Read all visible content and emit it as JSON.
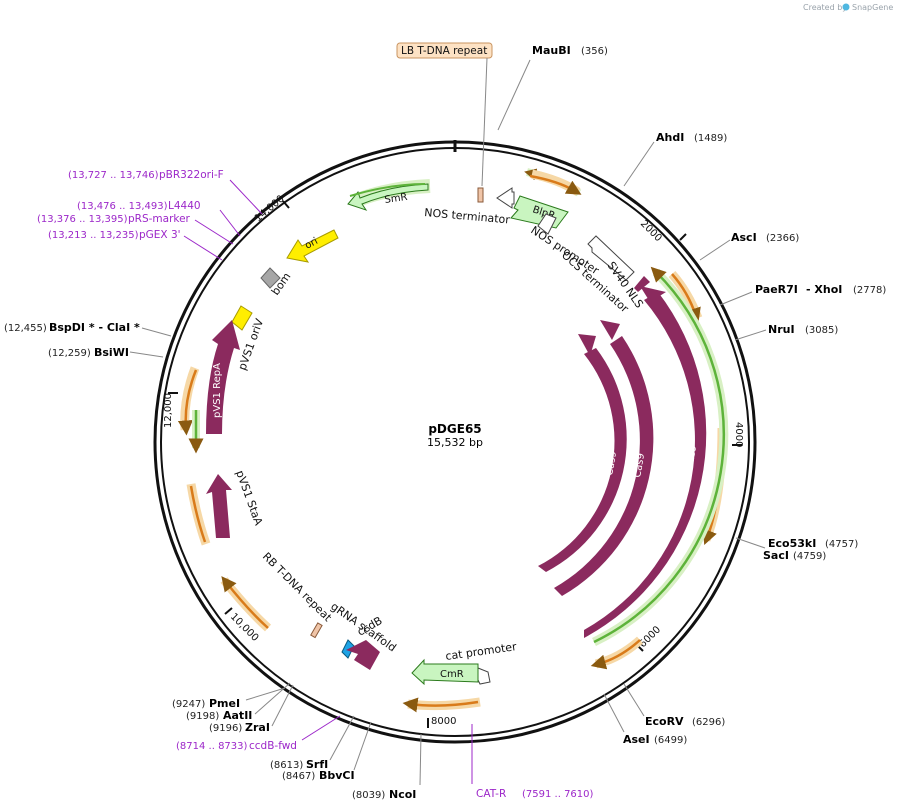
{
  "credit": {
    "text": "Created by",
    "brand": "SnapGene"
  },
  "plasmid": {
    "name": "pDGE65",
    "size": "15,532 bp"
  },
  "ticks": [
    "2000",
    "4000",
    "6000",
    "8000",
    "10,000",
    "12,000",
    "14,000"
  ],
  "sites": [
    {
      "name": "MauBI",
      "pos": "(356)"
    },
    {
      "name": "AhdI",
      "pos": "(1489)"
    },
    {
      "name": "AscI",
      "pos": "(2366)"
    },
    {
      "name": "PaeR7I",
      "sep": "- XhoI",
      "pos": "(2778)"
    },
    {
      "name": "NruI",
      "pos": "(3085)"
    },
    {
      "name": "Eco53kI",
      "pos": "(4757)"
    },
    {
      "name": "SacI",
      "pos": "(4759)"
    },
    {
      "name": "EcoRV",
      "pos": "(6296)"
    },
    {
      "name": "AseI",
      "pos": "(6499)"
    },
    {
      "name": "NcoI",
      "pos": "(8039)"
    },
    {
      "name": "BbvCI",
      "pos": "(8467)"
    },
    {
      "name": "SrfI",
      "pos": "(8613)"
    },
    {
      "name": "ZraI",
      "pos": "(9196)"
    },
    {
      "name": "AatII",
      "pos": "(9198)"
    },
    {
      "name": "PmeI",
      "pos": "(9247)"
    },
    {
      "name": "BsiWI",
      "pos": "(12,259)"
    },
    {
      "name": "BspDI * - ClaI *",
      "pos": "(12,455)"
    }
  ],
  "primers": [
    {
      "name": "pBR322ori-F",
      "range": "(13,727 .. 13,746)"
    },
    {
      "name": "L4440",
      "range": "(13,476 .. 13,493)"
    },
    {
      "name": "pRS-marker",
      "range": "(13,376 .. 13,395)"
    },
    {
      "name": "pGEX 3'",
      "range": "(13,213 .. 13,235)"
    },
    {
      "name": "ccdB-fwd",
      "range": "(8714 .. 8733)"
    },
    {
      "name": "CAT-R",
      "range": "(7591 .. 7610)"
    }
  ],
  "features": {
    "lb_repeat": "LB T-DNA repeat",
    "nos_terminator": "NOS terminator",
    "smr": "SmR",
    "blpr": "BlpR",
    "ori": "ori",
    "bom": "bom",
    "nos_promoter": "NOS promoter",
    "ocs_terminator": "OCS terminator",
    "sv40_nls": "SV40 NLS",
    "pvs1_oriv": "pVS1 oriV",
    "pvs1_repa": "pVS1 RepA",
    "pvs1_staa": "pVS1 StaA",
    "cas9": "Cas9",
    "rb_repeat": "RB T-DNA repeat",
    "grna_scaffold": "gRNA scaffold",
    "ccdb": "ccdB",
    "cat_promoter": "cat promoter",
    "cmr": "CmR"
  },
  "colors": {
    "cas9": "#8b2a5e",
    "orange_arrow": "#d97b1a",
    "orange_glow": "#f6d8a6",
    "green_arrow": "#5db33a",
    "green_glow": "#d8f0c4",
    "yellow": "#ffee00",
    "grey": "#a6a6a6",
    "primer": "#9c27c9",
    "light_green_feature": "#c9f5c0"
  }
}
